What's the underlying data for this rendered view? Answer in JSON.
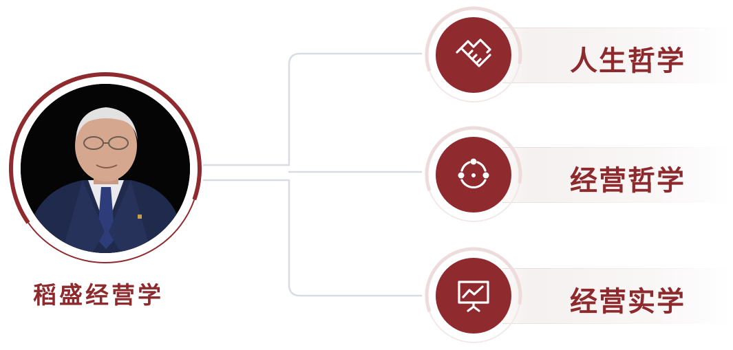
{
  "center": {
    "title": "稻盛经营学",
    "portrait": "portrait-photo"
  },
  "branches": [
    {
      "label": "人生哲学",
      "icon": "handshake-icon"
    },
    {
      "label": "经营哲学",
      "icon": "share-network-icon"
    },
    {
      "label": "经营实学",
      "icon": "presentation-chart-icon"
    }
  ],
  "colors": {
    "accent": "#8f2b2f",
    "text": "#8d2a2d",
    "connector": "#d9dde3",
    "ring_light": "#eedcdc"
  }
}
